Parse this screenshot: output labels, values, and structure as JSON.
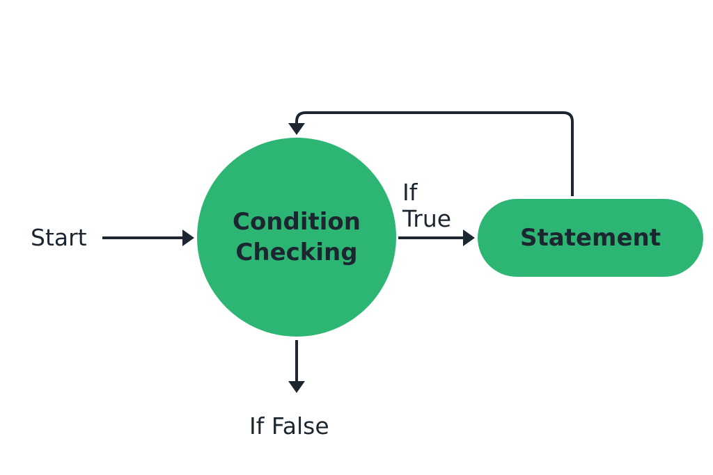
{
  "colors": {
    "node_fill": "#2db673",
    "line": "#1b2631",
    "text": "#1b2631",
    "background": "#ffffff"
  },
  "nodes": {
    "condition": {
      "line1": "Condition",
      "line2": "Checking"
    },
    "statement": {
      "label": "Statement"
    }
  },
  "labels": {
    "start": "Start",
    "if_true_line1": "If",
    "if_true_line2": "True",
    "if_false": "If False"
  }
}
